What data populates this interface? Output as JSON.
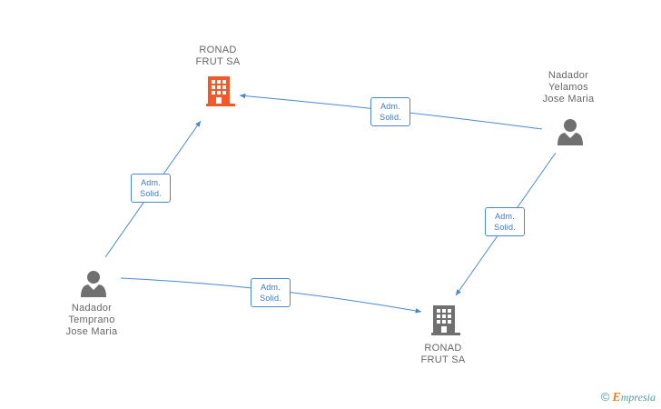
{
  "nodes": {
    "company_top": {
      "line1": "RONAD",
      "line2": "FRUT SA",
      "color": "#f05a28",
      "icon": "building-icon"
    },
    "company_bottom": {
      "line1": "RONAD",
      "line2": "FRUT SA",
      "color": "#707070",
      "icon": "building-icon"
    },
    "person_right": {
      "line1": "Nadador",
      "line2": "Yelamos",
      "line3": "Jose Maria",
      "icon": "person-icon"
    },
    "person_left": {
      "line1": "Nadador",
      "line2": "Temprano",
      "line3": "Jose Maria",
      "icon": "person-icon"
    }
  },
  "edges": [
    {
      "from": "person_left",
      "to": "company_top",
      "label1": "Adm.",
      "label2": "Solid."
    },
    {
      "from": "person_right",
      "to": "company_top",
      "label1": "Adm.",
      "label2": "Solid."
    },
    {
      "from": "person_right",
      "to": "company_bottom",
      "label1": "Adm.",
      "label2": "Solid."
    },
    {
      "from": "person_left",
      "to": "company_bottom",
      "label1": "Adm.",
      "label2": "Solid."
    }
  ],
  "edge_color": "#4a86d6",
  "brand": {
    "copyright": "©",
    "initial": "E",
    "rest": "mpresia"
  }
}
